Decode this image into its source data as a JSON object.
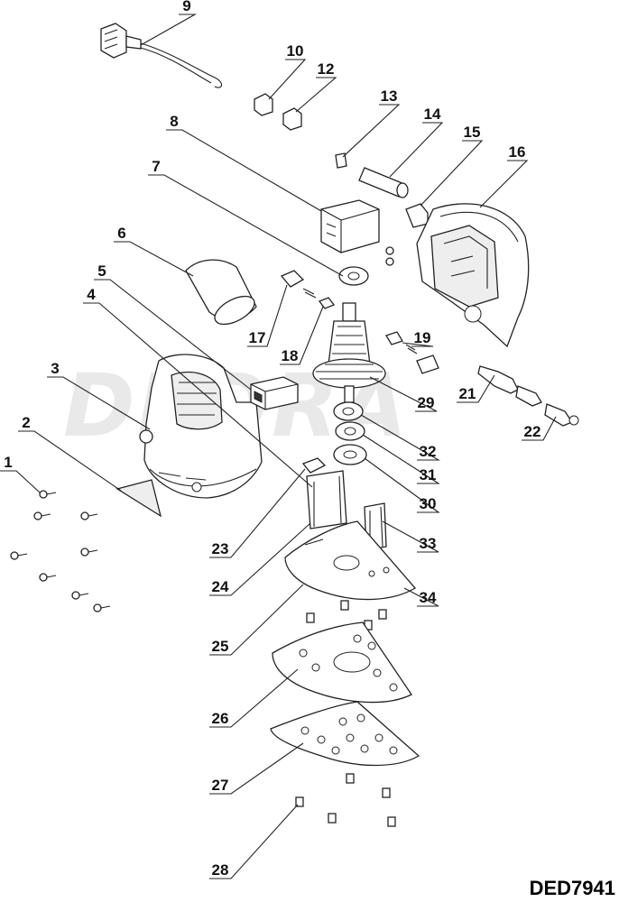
{
  "watermark": "DEDRA",
  "model_code": "DED7941",
  "callouts": [
    {
      "id": "p1",
      "text": "1"
    },
    {
      "id": "p2",
      "text": "2"
    },
    {
      "id": "p3",
      "text": "3"
    },
    {
      "id": "p4",
      "text": "4"
    },
    {
      "id": "p5",
      "text": "5"
    },
    {
      "id": "p6",
      "text": "6"
    },
    {
      "id": "p7",
      "text": "7"
    },
    {
      "id": "p8",
      "text": "8"
    },
    {
      "id": "p9",
      "text": "9"
    },
    {
      "id": "p10",
      "text": "10"
    },
    {
      "id": "p12",
      "text": "12"
    },
    {
      "id": "p13",
      "text": "13"
    },
    {
      "id": "p14",
      "text": "14"
    },
    {
      "id": "p15",
      "text": "15"
    },
    {
      "id": "p16",
      "text": "16"
    },
    {
      "id": "p17",
      "text": "17"
    },
    {
      "id": "p18",
      "text": "18"
    },
    {
      "id": "p19",
      "text": "19"
    },
    {
      "id": "p21",
      "text": "21"
    },
    {
      "id": "p22",
      "text": "22"
    },
    {
      "id": "p23",
      "text": "23"
    },
    {
      "id": "p24",
      "text": "24"
    },
    {
      "id": "p25",
      "text": "25"
    },
    {
      "id": "p26",
      "text": "26"
    },
    {
      "id": "p27",
      "text": "27"
    },
    {
      "id": "p28",
      "text": "28"
    },
    {
      "id": "p29",
      "text": "29"
    },
    {
      "id": "p30",
      "text": "30"
    },
    {
      "id": "p31",
      "text": "31"
    },
    {
      "id": "p32",
      "text": "32"
    },
    {
      "id": "p33",
      "text": "33"
    },
    {
      "id": "p34",
      "text": "34"
    }
  ]
}
